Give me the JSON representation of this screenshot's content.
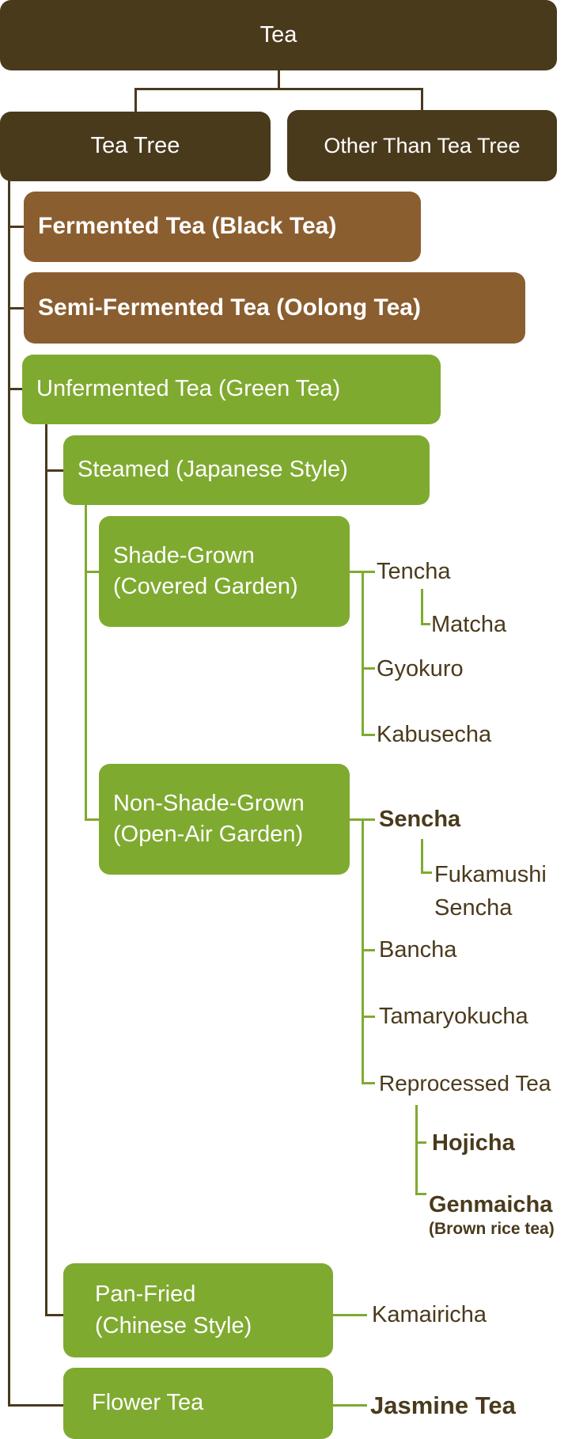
{
  "colors": {
    "dark_brown": "#4a3a1c",
    "brown": "#8b5e30",
    "green": "#7faa30"
  },
  "root": "Tea",
  "tea_tree": "Tea Tree",
  "other": "Other Than Tea Tree",
  "fermented": "Fermented Tea (Black Tea)",
  "semi_fermented": "Semi-Fermented Tea (Oolong Tea)",
  "unfermented": "Unfermented Tea (Green Tea)",
  "steamed": "Steamed (Japanese Style)",
  "shade_grown": {
    "line1": "Shade-Grown",
    "line2": "(Covered Garden)"
  },
  "non_shade_grown": {
    "line1": "Non-Shade-Grown",
    "line2": "(Open-Air Garden)"
  },
  "pan_fried": {
    "line1": "Pan-Fried",
    "line2": "(Chinese Style)"
  },
  "flower": "Flower Tea",
  "leaves": {
    "tencha": "Tencha",
    "matcha": "Matcha",
    "gyokuro": "Gyokuro",
    "kabusecha": "Kabusecha",
    "sencha": "Sencha",
    "fukamushi": {
      "line1": "Fukamushi",
      "line2": "Sencha"
    },
    "bancha": "Bancha",
    "tamaryokucha": "Tamaryokucha",
    "reprocessed": "Reprocessed Tea",
    "hojicha": "Hojicha",
    "genmaicha": "Genmaicha",
    "genmaicha_note": "(Brown rice tea)",
    "kamairicha": "Kamairicha",
    "jasmine": "Jasmine Tea"
  }
}
